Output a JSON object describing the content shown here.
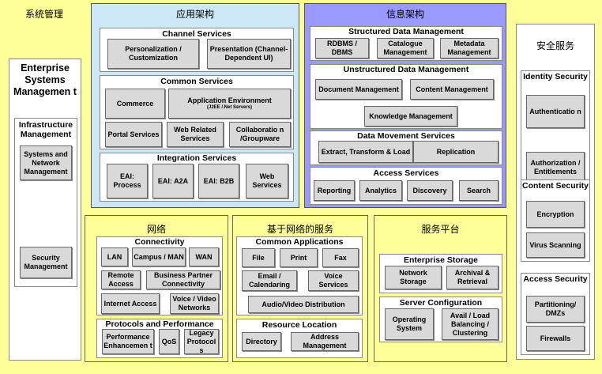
{
  "sys_mgmt": {
    "title_cn": "系统管理",
    "enterprise": "Enterprise Systems Managemen t",
    "infra": "Infrastructure Management",
    "snm": "Systems and Network Management",
    "security_mgmt": "Security Management"
  },
  "app_arch": {
    "title_cn": "应用架构",
    "channel": {
      "title": "Channel Services",
      "personalization": "Personalization / Customization",
      "presentation": "Presentation (Channel-Dependent UI)"
    },
    "common": {
      "title": "Common Services",
      "commerce": "Commerce",
      "app_env": "Application Environment",
      "app_env_small": "(J2EE /.Net Servers)",
      "portal": "Portal Services",
      "web_related": "Web Related Services",
      "collab": "Collaboratio n /Groupware"
    },
    "integration": {
      "title": "Integration Services",
      "eai_process": "EAI: Process",
      "eai_a2a": "EAI: A2A",
      "eai_b2b": "EAI: B2B",
      "web_services": "Web Services"
    }
  },
  "info_arch": {
    "title_cn": "信息架构",
    "structured": {
      "title": "Structured Data Management",
      "rdbms": "RDBMS / DBMS",
      "catalogue": "Catalogue Management",
      "metadata": "Metadata Management"
    },
    "unstructured": {
      "title": "Unstructured Data Management",
      "document": "Document Management",
      "content": "Content Management",
      "knowledge": "Knowledge Management"
    },
    "movement": {
      "title": "Data Movement Services",
      "etl": "Extract, Transform & Load",
      "replication": "Replication"
    },
    "access": {
      "title": "Access Services",
      "reporting": "Reporting",
      "analytics": "Analytics",
      "discovery": "Discovery",
      "search": "Search"
    }
  },
  "security": {
    "title_cn": "安全服务",
    "identity": {
      "title": "Identity Security",
      "authentication": "Authenticatio n",
      "authorization": "Authorization / Entitlements"
    },
    "content": {
      "title": "Content Security",
      "encryption": "Encryption",
      "virus": "Virus Scanning"
    },
    "access": {
      "title": "Access Security",
      "partitioning": "Partitioning/ DMZs",
      "firewalls": "Firewalls"
    }
  },
  "network": {
    "title_cn": "网络",
    "connectivity": {
      "title": "Connectivity",
      "lan": "LAN",
      "campus": "Campus / MAN",
      "wan": "WAN",
      "remote": "Remote Access",
      "bp": "Business Partner Connectivity",
      "internet": "Internet Access",
      "voice_video": "Voice / Video Networks"
    },
    "protocols": {
      "title": "Protocols and Performance",
      "perf": "Performance Enhancemen t",
      "qos": "QoS",
      "legacy": "Legacy Protocol s"
    }
  },
  "net_services": {
    "title_cn": "基于网络的服务",
    "common_apps": {
      "title": "Common Applications",
      "file": "File",
      "print": "Print",
      "fax": "Fax",
      "email": "Email / Calendaring",
      "voice": "Voice Services",
      "av": "Audio/Video Distribution"
    },
    "resource": {
      "title": "Resource Location",
      "directory": "Directory",
      "address": "Address Management"
    }
  },
  "platform": {
    "title_cn": "服务平台",
    "storage": {
      "title": "Enterprise Storage",
      "network_storage": "Network Storage",
      "archival": "Archival & Retrieval"
    },
    "server": {
      "title": "Server Configuration",
      "os": "Operating System",
      "lb": "Avail / Load Balancing / Clustering"
    }
  },
  "colors": {
    "yellow": "#ffff99",
    "light_blue": "#cce8f6",
    "purple": "#9999ff",
    "grey_box": "#d9d9d9"
  }
}
